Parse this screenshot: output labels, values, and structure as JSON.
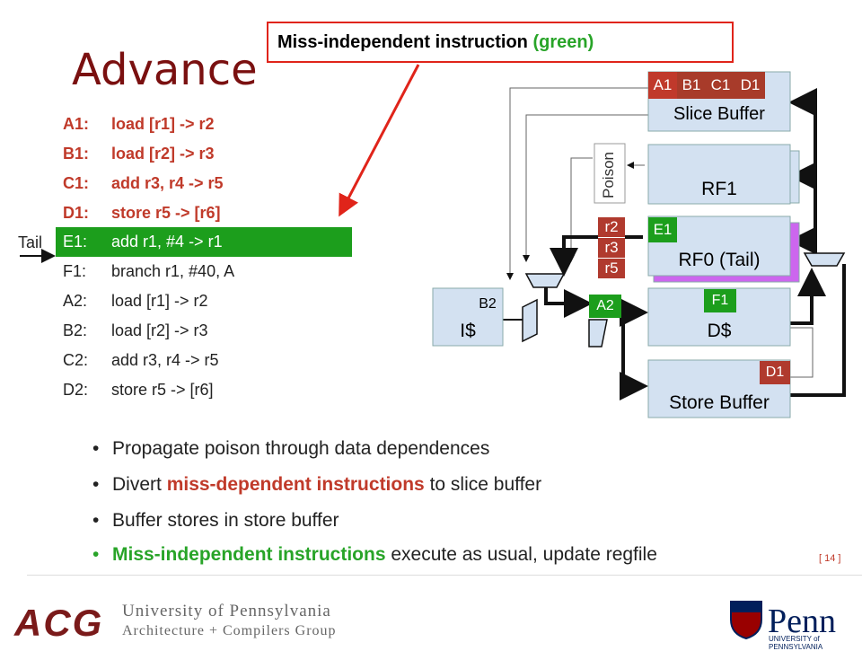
{
  "title": "Advance",
  "callout": {
    "prefix": "Miss-independent instruction ",
    "emph": "(green)"
  },
  "tail_label": "Tail",
  "instructions": [
    {
      "label": "A1:",
      "text": "load [r1] -> r2"
    },
    {
      "label": "B1:",
      "text": "load [r2] -> r3"
    },
    {
      "label": "C1:",
      "text": "add r3, r4 -> r5"
    },
    {
      "label": "D1:",
      "text": "store r5 -> [r6]"
    },
    {
      "label": "E1:",
      "text": "add r1, #4 -> r1"
    },
    {
      "label": "F1:",
      "text": "branch r1, #40, A"
    },
    {
      "label": "A2:",
      "text": "load [r1] -> r2"
    },
    {
      "label": "B2:",
      "text": "load [r2] -> r3"
    },
    {
      "label": "C2:",
      "text": "add r3, r4 -> r5"
    },
    {
      "label": "D2:",
      "text": "store r5 -> [r6]"
    }
  ],
  "diagram": {
    "slice_buffer": {
      "label": "Slice Buffer",
      "entries": [
        "A1",
        "B1",
        "C1",
        "D1"
      ]
    },
    "poison_label": "Poison",
    "rf1_label": "RF1",
    "rf0_label": "RF0 (Tail)",
    "rf0_entry": "E1",
    "poisoned_regs": [
      "r2",
      "r3",
      "r5"
    ],
    "icache": {
      "label": "I$",
      "entry": "B2"
    },
    "dcache": {
      "label": "D$",
      "entry": "F1"
    },
    "pipe_entry": "A2",
    "store_buffer": {
      "label": "Store Buffer",
      "entry": "D1"
    }
  },
  "bullets": [
    {
      "pre": "Propagate poison through data dependences",
      "emph": "",
      "post": ""
    },
    {
      "pre": "Divert ",
      "emph": "miss-dependent instructions",
      "post": " to slice buffer"
    },
    {
      "pre": "Buffer stores in store buffer",
      "emph": "",
      "post": ""
    },
    {
      "pre": "",
      "emph": "Miss-independent instructions",
      "post": " execute as usual, update regfile"
    }
  ],
  "page_number": "[ 14 ]",
  "footer": {
    "acg": "ACG",
    "line1": "University of Pennsylvania",
    "line2": "Architecture + Compilers Group",
    "penn": "Penn",
    "penn_sub": "UNIVERSITY of PENNSYLVANIA"
  },
  "colors": {
    "title": "#7a1010",
    "dep_red": "#c03a2a",
    "green": "#1c9e1c",
    "box_blue": "#d3e1f1",
    "rf0_purple": "#cc66ee",
    "callout_border": "#e0241a"
  }
}
